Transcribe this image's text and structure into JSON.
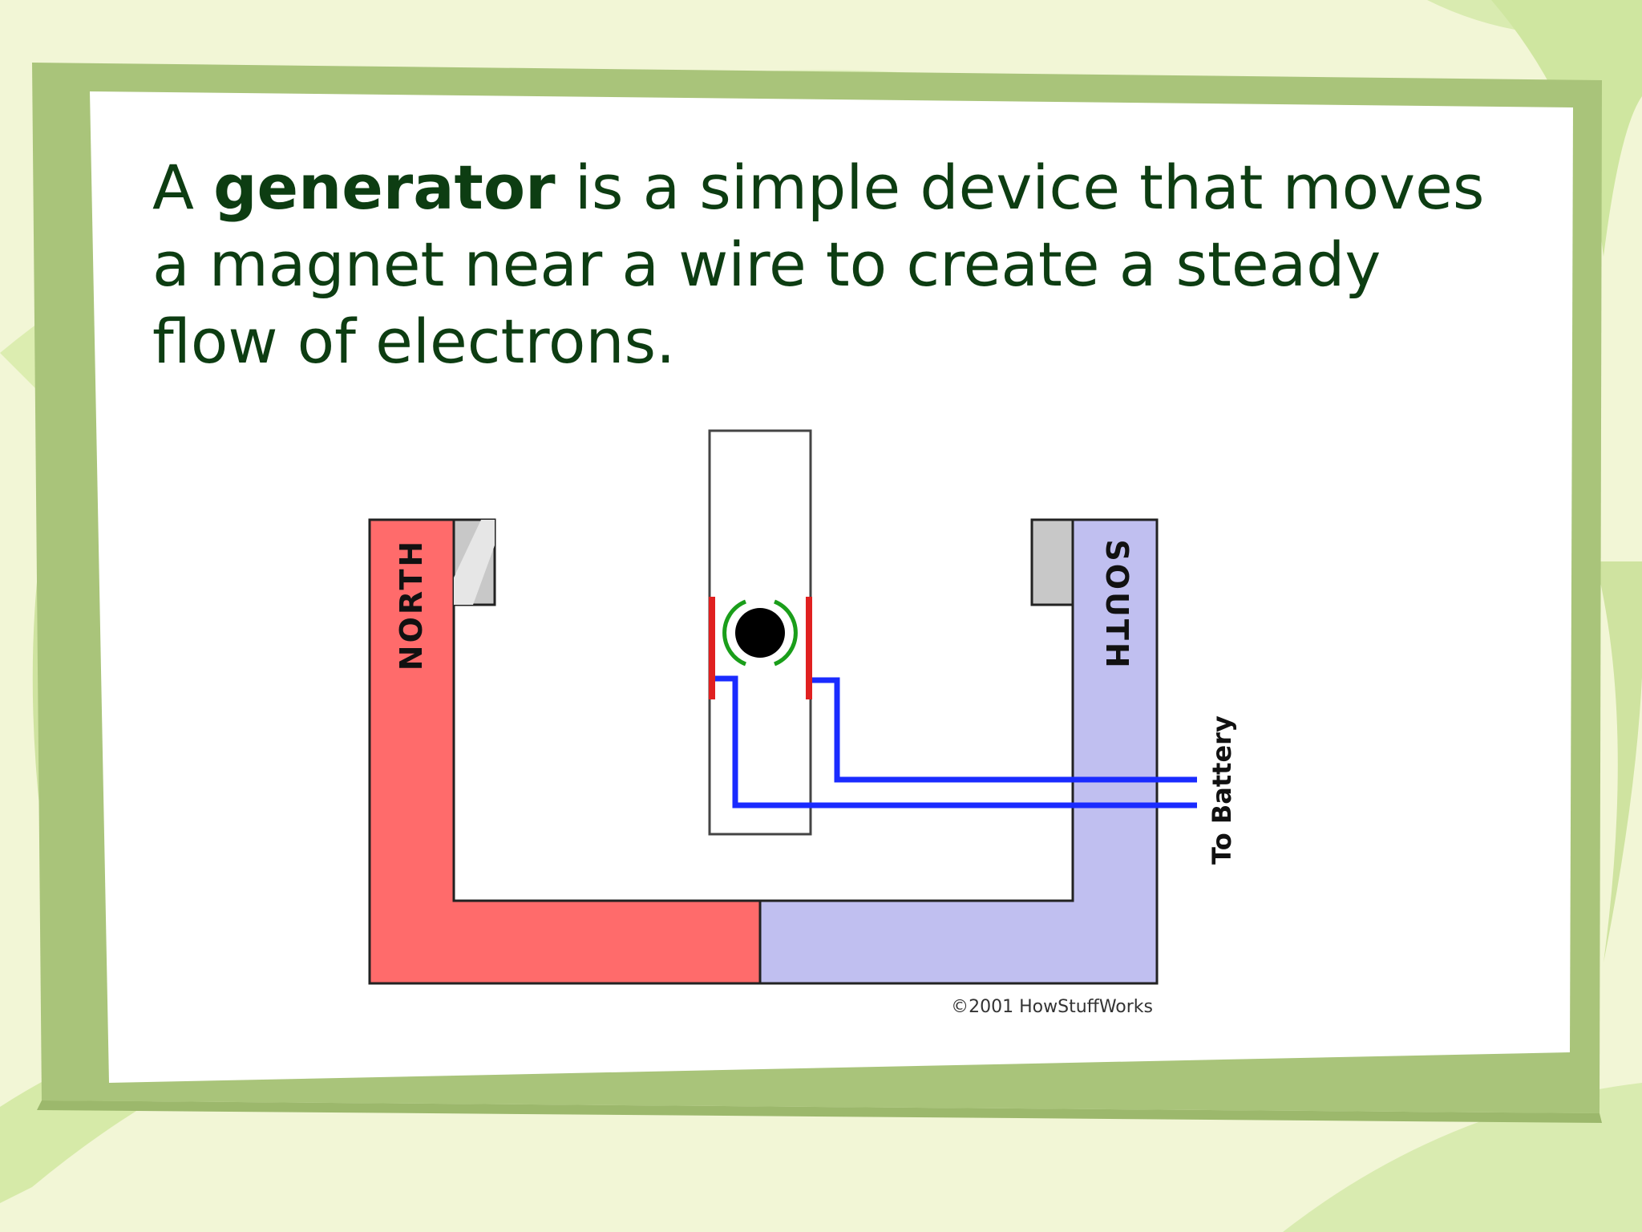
{
  "slide": {
    "text_before": "A ",
    "keyword": "generator",
    "text_after": " is a simple device that moves a magnet near a wire to create a steady flow of electrons."
  },
  "diagram": {
    "north_label": "NORTH",
    "south_label": "SOUTH",
    "battery_label": "To Battery",
    "credit": "©2001 HowStuffWorks",
    "colors": {
      "north": "#ff6b6b",
      "south": "#c0bff0",
      "wire": "#1a2bff",
      "contact": "#e02020",
      "field_arc": "#1a9e1a",
      "pole_tip": "#c8c8c8"
    }
  },
  "theme": {
    "background": "#f2f6d6",
    "frame": "#a9c47a",
    "text": "#0d3d12"
  }
}
